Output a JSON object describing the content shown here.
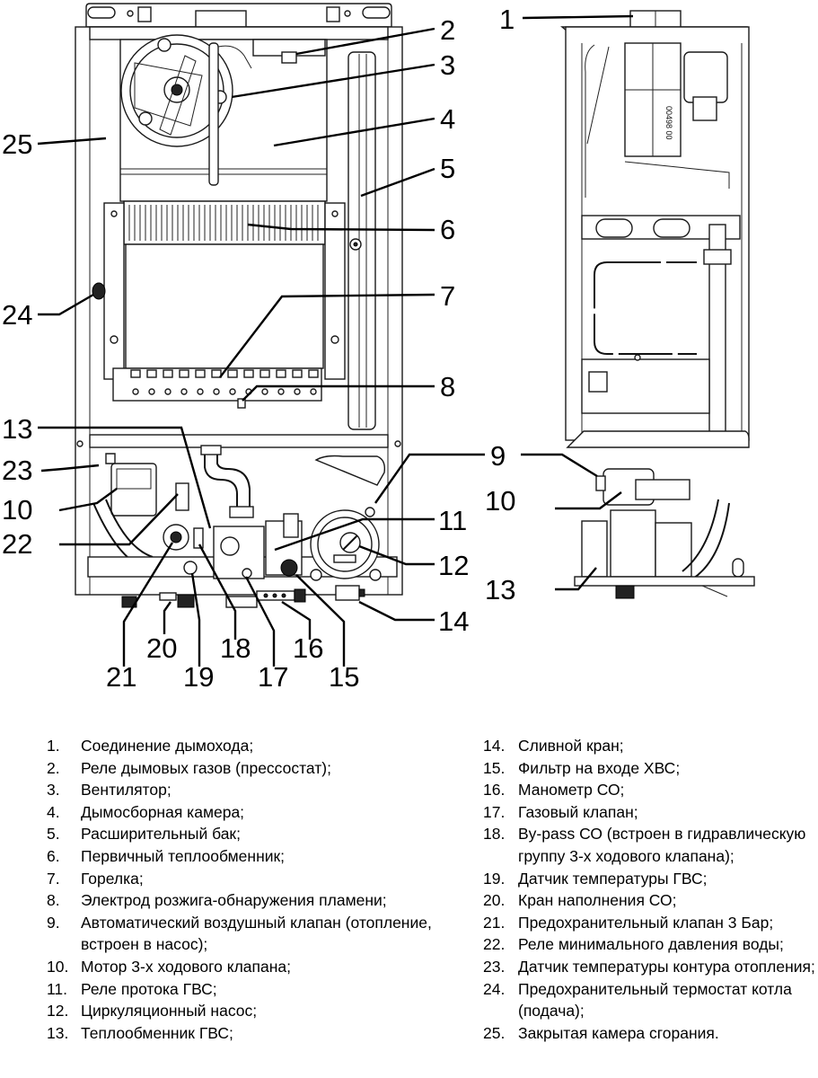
{
  "diagram": {
    "title": "Boiler components",
    "views": [
      "front-view",
      "side-view"
    ],
    "callouts": {
      "c1": "1",
      "c2": "2",
      "c3": "3",
      "c4": "4",
      "c5": "5",
      "c6": "6",
      "c7": "7",
      "c8": "8",
      "c9": "9",
      "c10": "10",
      "c11": "11",
      "c12": "12",
      "c13": "13",
      "c14": "14",
      "c15": "15",
      "c16": "16",
      "c17": "17",
      "c18": "18",
      "c19": "19",
      "c20": "20",
      "c21": "21",
      "c22": "22",
      "c23": "23",
      "c24": "24",
      "c25": "25",
      "side10": "10",
      "side13": "13"
    },
    "side_stamp": "00498 00"
  },
  "legend": {
    "left": [
      {
        "num": "1.",
        "text": "Соединение дымохода;"
      },
      {
        "num": "2.",
        "text": "Реле дымовых газов (прессостат);"
      },
      {
        "num": "3.",
        "text": "Вентилятор;"
      },
      {
        "num": "4.",
        "text": "Дымосборная камера;"
      },
      {
        "num": "5.",
        "text": "Расширительный бак;"
      },
      {
        "num": "6.",
        "text": "Первичный теплообменник;"
      },
      {
        "num": "7.",
        "text": "Горелка;"
      },
      {
        "num": "8.",
        "text": "Электрод розжига-обнаружения пламени;"
      },
      {
        "num": "9.",
        "text": "Автоматический воздушный клапан (отопление, встроен в насос);"
      },
      {
        "num": "10.",
        "text": "Мотор 3-х ходового клапана;"
      },
      {
        "num": "11.",
        "text": "Реле протока ГВС;"
      },
      {
        "num": "12.",
        "text": "Циркуляционный насос;"
      },
      {
        "num": "13.",
        "text": "Теплообменник ГВС;"
      }
    ],
    "right": [
      {
        "num": "14.",
        "text": "Сливной кран;"
      },
      {
        "num": "15.",
        "text": "Фильтр на входе ХВС;"
      },
      {
        "num": "16.",
        "text": "Манометр СО;"
      },
      {
        "num": "17.",
        "text": "Газовый клапан;"
      },
      {
        "num": "18.",
        "text": "By-pass СО (встроен в гидравлическую группу 3-х ходового клапана);"
      },
      {
        "num": "19.",
        "text": "Датчик температуры ГВС;"
      },
      {
        "num": "20.",
        "text": "Кран наполнения СО;"
      },
      {
        "num": "21.",
        "text": "Предохранительный клапан 3 Бар;"
      },
      {
        "num": "22.",
        "text": "Реле минимального давления воды;"
      },
      {
        "num": "23.",
        "text": "Датчик температуры контура отопления;"
      },
      {
        "num": "24.",
        "text": "Предохранительный термостат котла (подача);"
      },
      {
        "num": "25.",
        "text": "Закрытая камера сгорания."
      }
    ]
  }
}
